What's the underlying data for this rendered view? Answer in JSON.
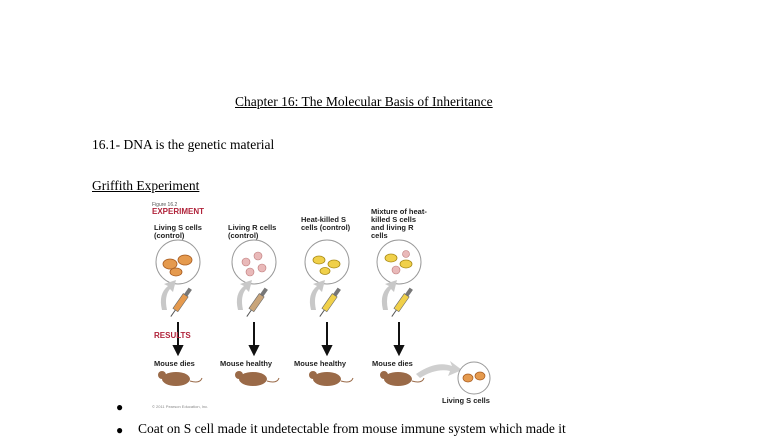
{
  "document": {
    "chapter_title": "Chapter 16: The Molecular Basis of Inheritance",
    "section_heading": "16.1- DNA is the genetic material",
    "subheading": "Griffith Experiment"
  },
  "figure": {
    "figure_label": "Figure 16.2",
    "experiment_label": "EXPERIMENT",
    "results_label": "RESULTS",
    "columns": [
      {
        "label": "Living S cells (control)",
        "outcome": "Mouse dies"
      },
      {
        "label": "Living R cells (control)",
        "outcome": "Mouse healthy"
      },
      {
        "label": "Heat-killed S cells (control)",
        "outcome": "Mouse healthy"
      },
      {
        "label": "Mixture of heat-killed S cells and living R cells",
        "outcome": "Mouse dies"
      }
    ],
    "living_s_cells_label": "Living S cells",
    "credit": "© 2011 Pearson Education, Inc.",
    "colors": {
      "s_cell": "#e59a4e",
      "r_cell": "#e9b9b9",
      "heat_killed": "#f0d04a",
      "accent": "#b0233a",
      "mouse": "#9a6a48"
    }
  },
  "bullets": [
    {
      "text": ""
    },
    {
      "text": "Coat on S cell made it undetectable from mouse immune system which made it"
    }
  ]
}
